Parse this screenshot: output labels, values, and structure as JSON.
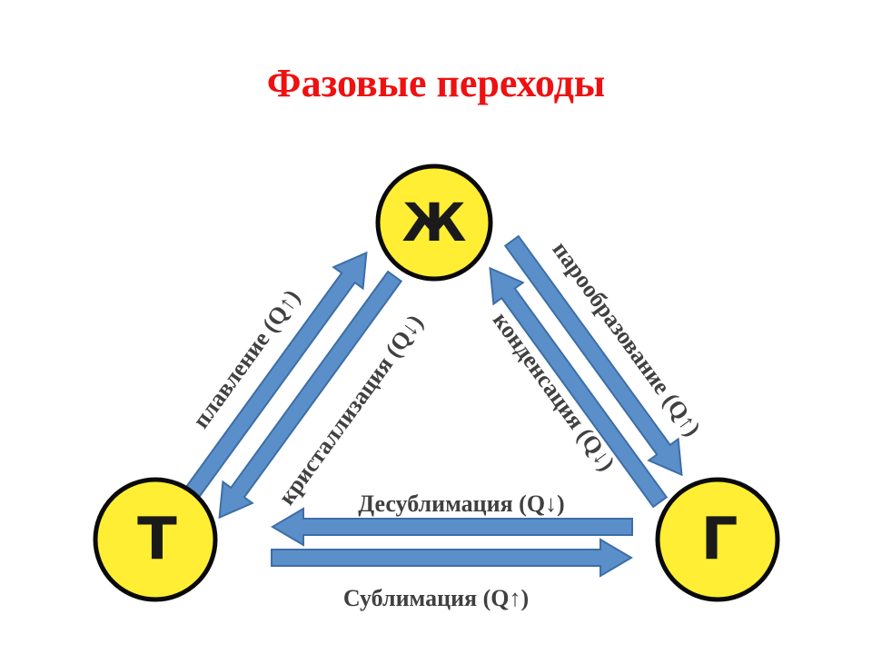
{
  "title": "Фазовые переходы",
  "colors": {
    "title": "#ee1111",
    "node_fill": "#ffee33",
    "arrow": "#5b8fc9",
    "label": "#404040"
  },
  "nodes": {
    "liquid": {
      "label": "Ж"
    },
    "solid": {
      "label": "Т"
    },
    "gas": {
      "label": "Г"
    }
  },
  "transitions": {
    "melting": "плавление (Q↑)",
    "crystallization": "кристаллизация (Q↓)",
    "vaporization": "парообразование (Q↑)",
    "condensation": "конденсация (Q↓)",
    "desublimation": "Десублимация (Q↓)",
    "sublimation": "Сублимация  (Q↑)"
  }
}
